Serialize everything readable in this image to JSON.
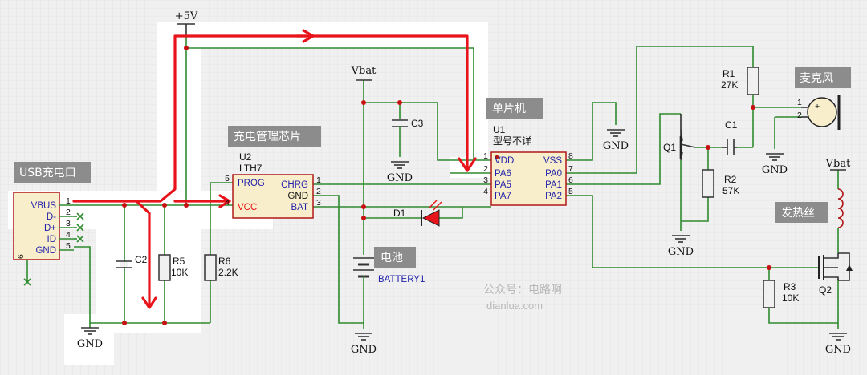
{
  "rails": {
    "plus5v": "+5V",
    "vbat_top": "Vbat",
    "vbat_right": "Vbat"
  },
  "grounds": [
    "GND",
    "GND",
    "GND",
    "GND",
    "GND",
    "GND",
    "GND"
  ],
  "callouts": {
    "usb_port": "USB充电口",
    "charge_ic": "充电管理芯片",
    "mcu": "单片机",
    "battery": "电池",
    "mic": "麦克风",
    "heater": "发热丝"
  },
  "usb": {
    "pins": [
      "VBUS",
      "D-",
      "D+",
      "ID",
      "GND"
    ],
    "numbers": [
      "1",
      "2",
      "3",
      "4",
      "5"
    ],
    "shield_pin": "6"
  },
  "u2": {
    "ref": "U2",
    "part": "LTH7",
    "left_pins": [
      "PROG",
      "VCC"
    ],
    "left_nums": [
      "5",
      "4"
    ],
    "right_pins": [
      "CHRG",
      "GND",
      "BAT"
    ],
    "right_nums": [
      "1",
      "2",
      "3"
    ]
  },
  "u1": {
    "ref": "U1",
    "part": "型号不详",
    "left_pins": [
      "VDD",
      "PA6",
      "PA5",
      "PA7"
    ],
    "left_nums": [
      "1",
      "2",
      "3",
      "4"
    ],
    "right_pins": [
      "VSS",
      "PA0",
      "PA1",
      "PA2"
    ],
    "right_nums": [
      "8",
      "7",
      "6",
      "5"
    ]
  },
  "parts": {
    "c2": "C2",
    "c3": "C3",
    "c1": "C1",
    "r5": "R5",
    "r5_val": "10K",
    "r6": "R6",
    "r6_val": "2.2K",
    "r1": "R1",
    "r1_val": "27K",
    "r2": "R2",
    "r2_val": "57K",
    "r3": "R3",
    "r3_val": "10K",
    "d1": "D1",
    "q1": "Q1",
    "q2": "Q2",
    "battery_ref": "BATTERY1",
    "mic_pin1": "1",
    "mic_pin2": "2"
  },
  "watermark": {
    "line1": "公众号：电路啊",
    "line2": "dianlua.com"
  },
  "colors": {
    "wire": "#2e8b2e",
    "current_path": "#e8141b",
    "callout_bg": "#8c8c8c",
    "background": "#f0f0f0"
  }
}
